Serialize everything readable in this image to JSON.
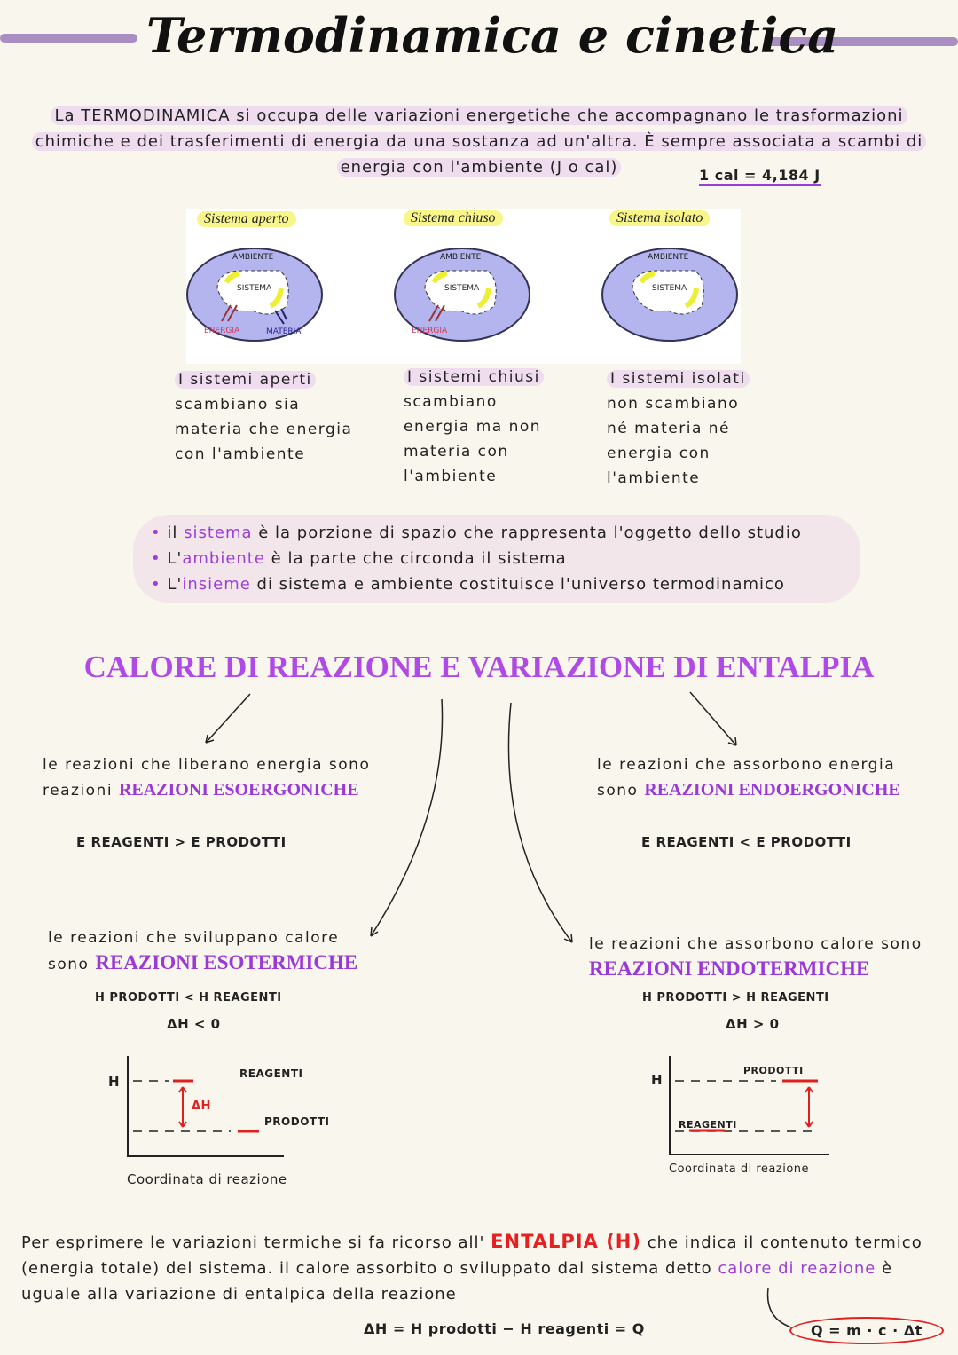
{
  "title": "Termodinamica e cinetica",
  "intro": {
    "line1_pre": "La ",
    "line1_key": "TERMODINAMICA",
    "line1_post": " si occupa delle variazioni energetiche che accompagnano le trasformazioni",
    "line2": "chimiche e dei trasferimenti di energia da una sostanza ad un'altra. È sempre associata a scambi di",
    "line3": "energia con l'ambiente (J o cal)",
    "conversion": "1 cal = 4,184 J"
  },
  "systems": [
    {
      "label": "Sistema aperto",
      "ambiente": "AMBIENTE",
      "sistema": "SISTEMA",
      "energia": "ENERGIA",
      "materia": "MATERIA",
      "desc": [
        "I sistemi aperti",
        "scambiano sia",
        "materia che energia",
        "con l'ambiente"
      ]
    },
    {
      "label": "Sistema chiuso",
      "ambiente": "AMBIENTE",
      "sistema": "SISTEMA",
      "energia": "ENERGIA",
      "desc": [
        "I sistemi chiusi",
        "scambiano",
        "energia ma non",
        "materia con",
        "l'ambiente"
      ]
    },
    {
      "label": "Sistema isolato",
      "ambiente": "AMBIENTE",
      "sistema": "SISTEMA",
      "desc": [
        "I sistemi isolati",
        "non scambiano",
        "né materia né",
        "energia con",
        "l'ambiente"
      ]
    }
  ],
  "bullets": [
    {
      "pre": "il ",
      "key": "sistema",
      "post": " è la porzione di spazio che rappresenta l'oggetto dello studio"
    },
    {
      "pre": "L'",
      "key": "ambiente",
      "post": " è la parte che circonda il sistema"
    },
    {
      "pre": "L'",
      "key": "insieme",
      "post": " di sistema e ambiente costituisce l'universo termodinamico"
    }
  ],
  "heading": "CALORE DI REAZIONE E VARIAZIONE DI ENTALPIA",
  "eso": {
    "line1": "le reazioni che liberano energia sono",
    "line2": "reazioni",
    "key": "REAZIONI ESOERGONICHE",
    "formula": "E REAGENTI > E PRODOTTI"
  },
  "endo": {
    "line1": "le reazioni che assorbono energia",
    "line2": "sono",
    "key": "REAZIONI ENDOERGONICHE",
    "formula": "E REAGENTI < E PRODOTTI"
  },
  "esot": {
    "line1": "le reazioni che sviluppano calore",
    "line2": "sono",
    "key": "REAZIONI ESOTERMICHE",
    "formula": "H PRODOTTI < H REAGENTI",
    "dh": "ΔH < 0",
    "axis": "H",
    "top": "REAGENTI",
    "bottom": "PRODOTTI",
    "delta": "ΔH",
    "xlabel": "Coordinata di reazione"
  },
  "endot": {
    "line1": "le reazioni che assorbono calore sono",
    "key": "REAZIONI ENDOTERMICHE",
    "formula": "H PRODOTTI > H REAGENTI",
    "dh": "ΔH > 0",
    "axis": "H",
    "top": "PRODOTTI",
    "bottom": "REAGENTI",
    "xlabel": "Coordinata di reazione"
  },
  "footer": {
    "l1_pre": "Per esprimere le variazioni termiche si fa ricorso all' ",
    "l1_key": "ENTALPIA (H)",
    "l1_post": " che indica il contenuto termico",
    "l2_pre": "(energia totale) del sistema. il calore assorbito o sviluppato dal sistema detto ",
    "l2_key": "calore di reazione",
    "l2_post": " è",
    "l3": "uguale alla variazione di entalpica della reazione",
    "formula": "ΔH = H prodotti − H reagenti = Q",
    "q": "Q = m · c · Δt"
  }
}
